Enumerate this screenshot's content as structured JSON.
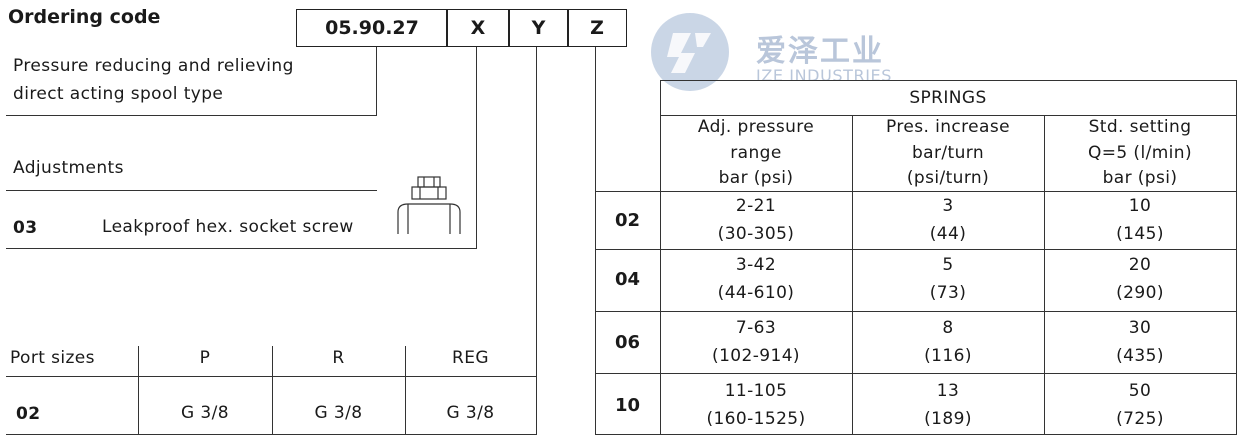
{
  "title": "Ordering code",
  "code": {
    "base": "05.90.27",
    "x": "X",
    "y": "Y",
    "z": "Z"
  },
  "watermark": {
    "cn": "爱泽工业",
    "en": "IZE INDUSTRIES"
  },
  "description": {
    "line1": "Pressure reducing and relieving",
    "line2": "direct acting spool type"
  },
  "adjustments": {
    "heading": "Adjustments",
    "code": "03",
    "label": "Leakproof hex. socket screw"
  },
  "ports": {
    "headers": [
      "Port sizes",
      "P",
      "R",
      "REG"
    ],
    "row": {
      "code": "02",
      "values": [
        "G 3/8",
        "G 3/8",
        "G 3/8"
      ]
    }
  },
  "springs": {
    "title": "SPRINGS",
    "columns": [
      [
        "Adj. pressure",
        "range",
        "bar (psi)"
      ],
      [
        "Pres. increase",
        "bar/turn",
        "(psi/turn)"
      ],
      [
        "Std. setting",
        "Q=5 (l/min)",
        "bar (psi)"
      ]
    ],
    "rows": [
      {
        "code": "02",
        "cells": [
          [
            "2-21",
            "(30-305)"
          ],
          [
            "3",
            "(44)"
          ],
          [
            "10",
            "(145)"
          ]
        ]
      },
      {
        "code": "04",
        "cells": [
          [
            "3-42",
            "(44-610)"
          ],
          [
            "5",
            "(73)"
          ],
          [
            "20",
            "(290)"
          ]
        ]
      },
      {
        "code": "06",
        "cells": [
          [
            "7-63",
            "(102-914)"
          ],
          [
            "8",
            "(116)"
          ],
          [
            "30",
            "(435)"
          ]
        ]
      },
      {
        "code": "10",
        "cells": [
          [
            "11-105",
            "(160-1525)"
          ],
          [
            "13",
            "(189)"
          ],
          [
            "50",
            "(725)"
          ]
        ]
      }
    ]
  }
}
